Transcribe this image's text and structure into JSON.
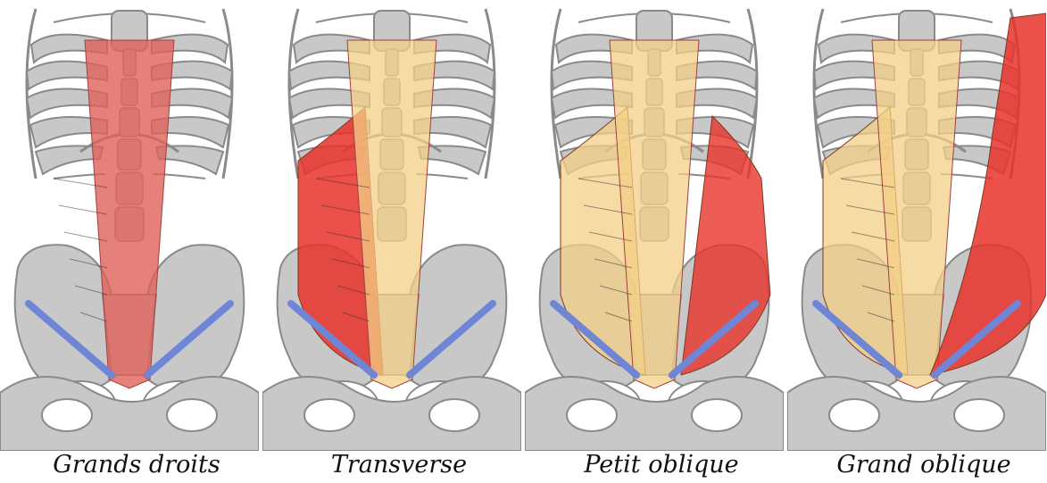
{
  "panels": [
    {
      "caption": "Grands droits",
      "muscle": "rectus"
    },
    {
      "caption": "Transverse",
      "muscle": "transverse"
    },
    {
      "caption": "Petit oblique",
      "muscle": "internal-oblique"
    },
    {
      "caption": "Grand oblique",
      "muscle": "external-oblique"
    }
  ],
  "colors": {
    "bone": "#c8c8c8",
    "bone_stroke": "#8a8a8a",
    "highlight": "#e8322a",
    "rectus_highlight": "#e0605a",
    "other_muscle": "#f3cf86",
    "ligament": "#6f86d6"
  }
}
